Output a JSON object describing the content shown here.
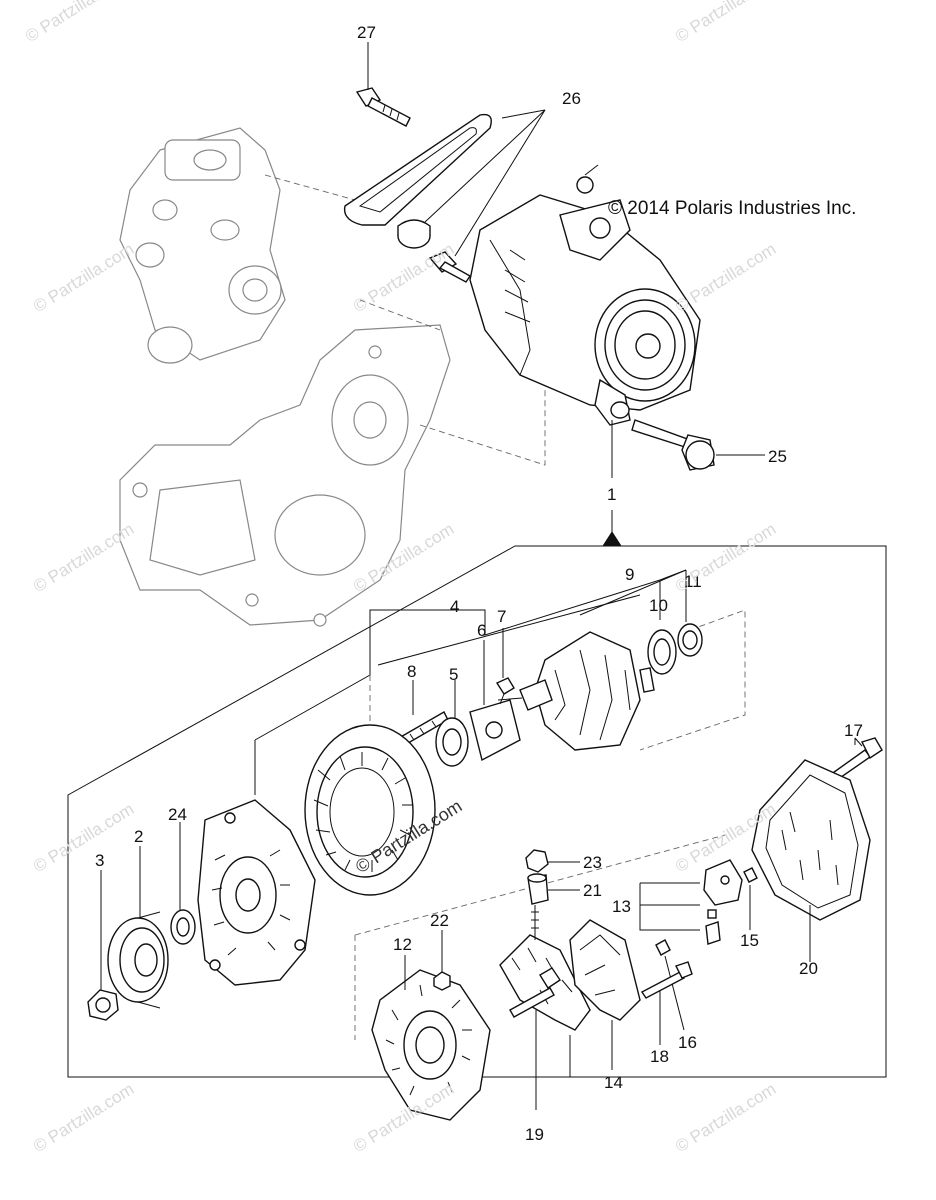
{
  "copyright": "© 2014 Polaris Industries Inc.",
  "watermark": "© Partzilla.com",
  "watermark_center": "© Partzilla.com",
  "callouts": {
    "c1": "1",
    "c2": "2",
    "c3": "3",
    "c4": "4",
    "c5": "5",
    "c6": "6",
    "c7": "7",
    "c8": "8",
    "c9": "9",
    "c10": "10",
    "c11": "11",
    "c12": "12",
    "c13": "13",
    "c14": "14",
    "c15": "15",
    "c16": "16",
    "c17": "17",
    "c18": "18",
    "c19": "19",
    "c20": "20",
    "c21": "21",
    "c22": "22",
    "c23": "23",
    "c24": "24",
    "c25": "25",
    "c26": "26",
    "c27": "27"
  },
  "colors": {
    "line": "#111111",
    "ghost": "#888888",
    "watermark": "#d8d8d8"
  }
}
